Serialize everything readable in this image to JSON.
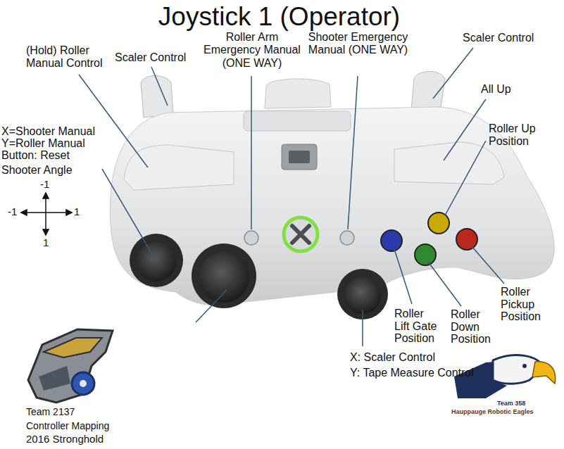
{
  "diagram": {
    "title": "Joystick 1 (Operator)",
    "labels": [
      "(Hold) Roller Manual Control",
      "Scaler Control",
      "Roller Arm Emergency Manual (ONE WAY)",
      "Shooter Emergency Manual (ONE WAY)",
      "Scaler Control",
      "All Up",
      "Roller Up Position",
      "X=Shooter Manual",
      "Y=Roller Manual",
      "Button: Reset",
      "Shooter Angle",
      "-1",
      "-1",
      "1",
      "1",
      "Roller Lift Gate Position",
      "Roller Down Position",
      "Roller Pickup Position",
      "X: Scaler Control",
      "Y: Tape Measure Control",
      "Team 2137",
      "Controller Mapping",
      "2016 Stronghold",
      "Team 358",
      "Hauppauge Robotic Eagles"
    ]
  }
}
